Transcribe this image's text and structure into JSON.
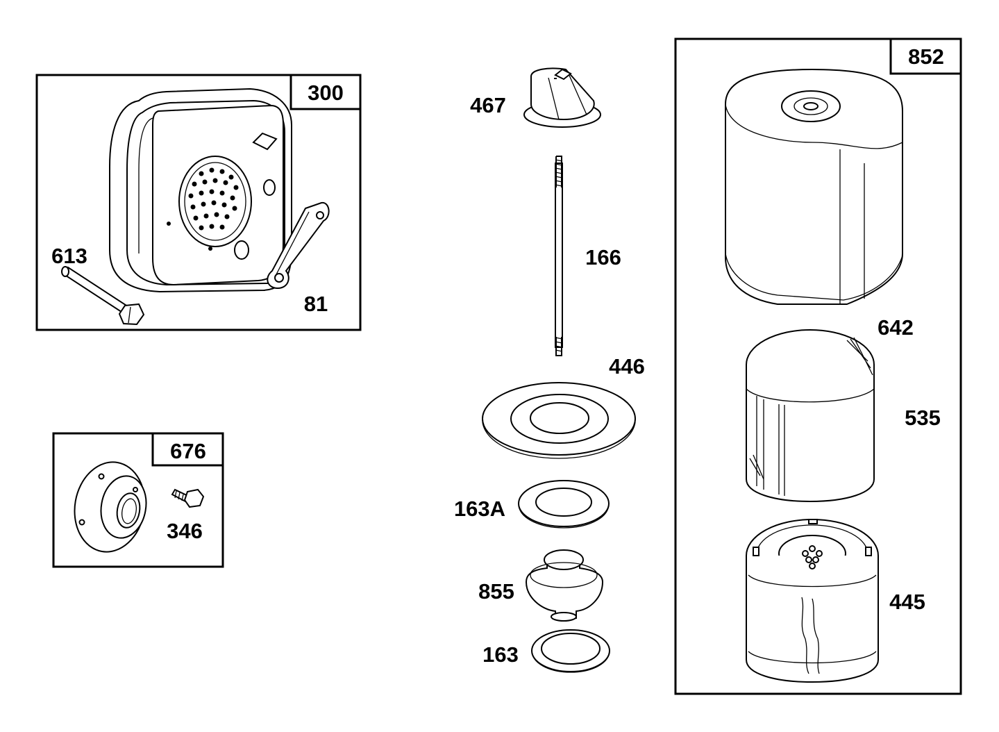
{
  "kit_boxes": [
    {
      "number": "300"
    },
    {
      "number": "676"
    },
    {
      "number": "852"
    }
  ],
  "callouts": [
    {
      "part": "613"
    },
    {
      "part": "81"
    },
    {
      "part": "346"
    },
    {
      "part": "467"
    },
    {
      "part": "166"
    },
    {
      "part": "446"
    },
    {
      "part": "163A"
    },
    {
      "part": "855"
    },
    {
      "part": "163"
    },
    {
      "part": "642"
    },
    {
      "part": "535"
    },
    {
      "part": "445"
    }
  ]
}
